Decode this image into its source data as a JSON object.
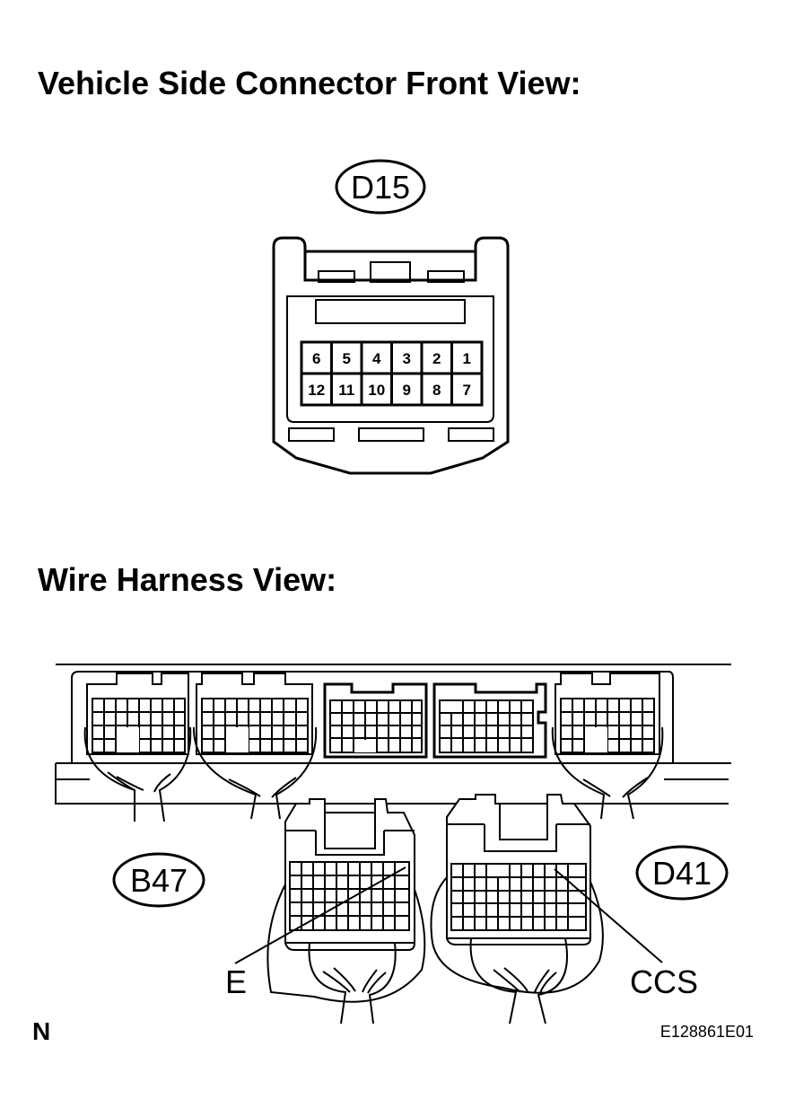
{
  "headings": {
    "front_view": "Vehicle Side Connector Front View:",
    "harness_view": "Wire Harness View:"
  },
  "front_connector": {
    "code": "D15",
    "pins_top": [
      "6",
      "5",
      "4",
      "3",
      "2",
      "1"
    ],
    "pins_bottom": [
      "12",
      "11",
      "10",
      "9",
      "8",
      "7"
    ]
  },
  "harness": {
    "connector_left": "B47",
    "connector_right": "D41",
    "terminal_e": "E",
    "terminal_ccs": "CCS"
  },
  "footer": {
    "corner_mark": "N",
    "figure_id": "E128861E01"
  }
}
